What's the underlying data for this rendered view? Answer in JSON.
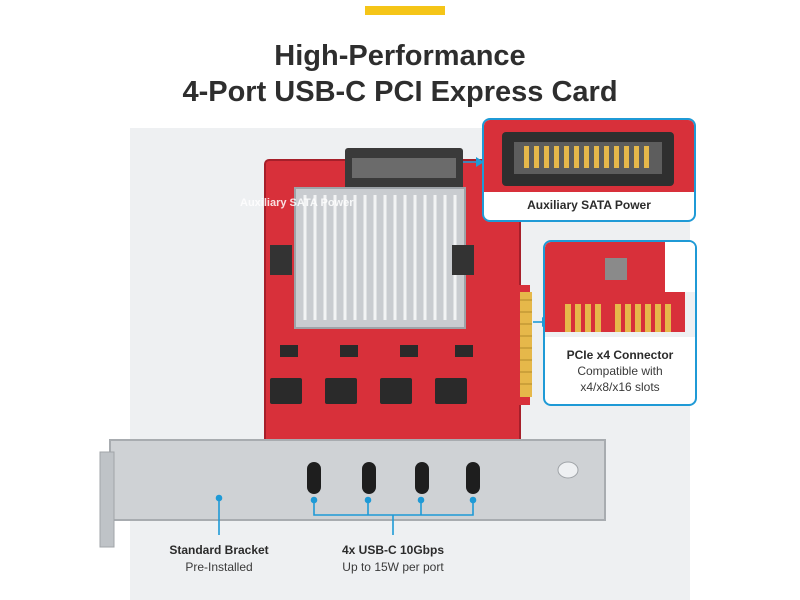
{
  "header": {
    "title_line1": "High-Performance",
    "title_line2": "4-Port USB-C PCI Express Card"
  },
  "callouts": {
    "sata": {
      "title": "Auxiliary SATA Power"
    },
    "pcie": {
      "title": "PCIe x4 Connector",
      "line2": "Compatible with",
      "line3": "x4/x8/x16 slots"
    }
  },
  "board_overlay_label": "Auxiliary SATA Power",
  "bottom_labels": {
    "bracket": {
      "title": "Standard Bracket",
      "subtitle": "Pre-Installed"
    },
    "ports": {
      "title": "4x USB-C 10Gbps",
      "subtitle": "Up to 15W per port"
    }
  },
  "colors": {
    "accent_yellow": "#f5c518",
    "callout_blue": "#1f9ad6",
    "pcb_red": "#d8303a",
    "gold_contacts": "#e6b84a",
    "bracket_silver": "#cfd2d5"
  }
}
